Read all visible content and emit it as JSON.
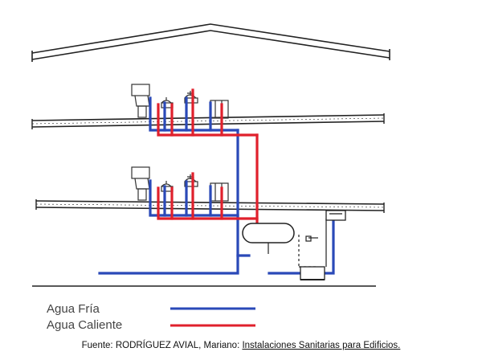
{
  "legend": {
    "cold_label": "Agua Fría",
    "hot_label": "Agua Caliente"
  },
  "caption": {
    "prefix": "Fuente: RODRÍGUEZ AVIAL, Mariano: ",
    "book_title": "Instalaciones Sanitarias para Edificios."
  },
  "colors": {
    "cold_water": "#2a49b8",
    "hot_water": "#e0202c",
    "line": "#222222"
  }
}
